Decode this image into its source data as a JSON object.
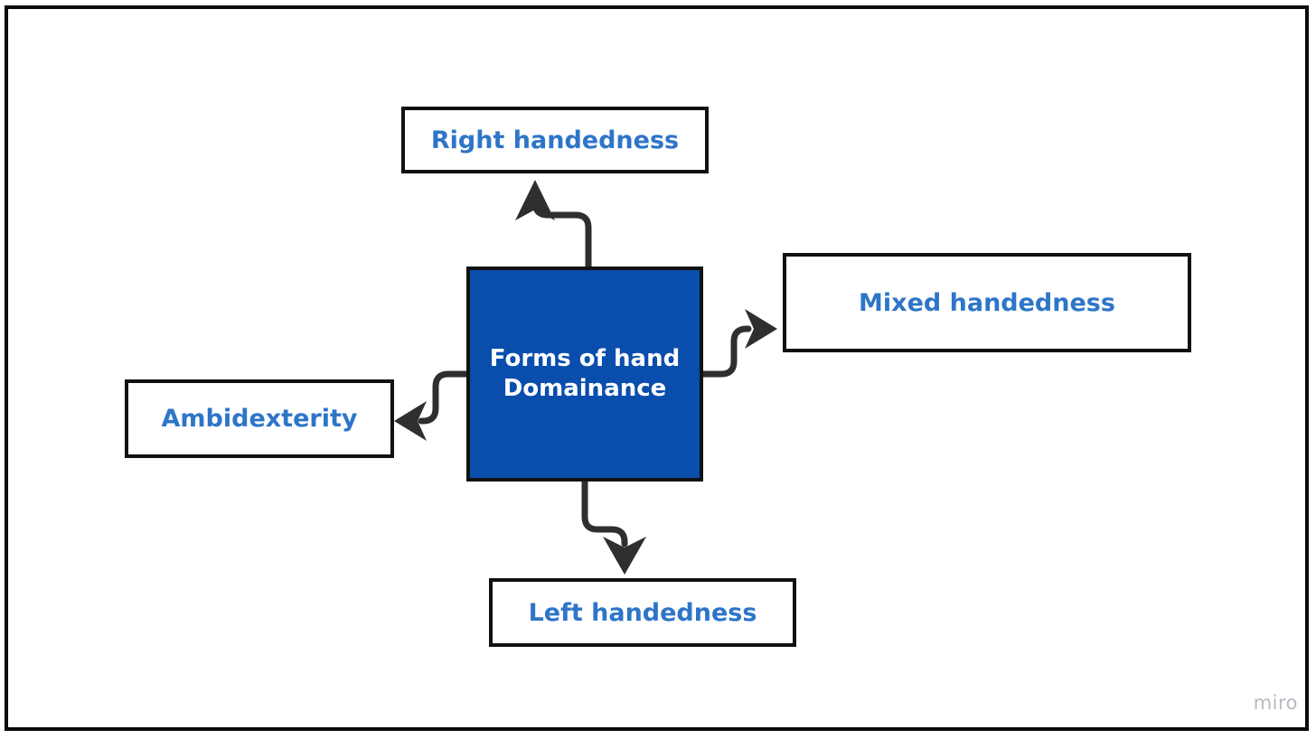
{
  "board": {
    "watermark": "miro",
    "frame_border_color": "#0a0a0a",
    "background_color": "#ffffff"
  },
  "diagram": {
    "type": "mind-map",
    "center": {
      "id": "forms-of-hand-dominance",
      "label_line1": "Forms of hand",
      "label_line2": "Domainance",
      "fill_color": "#0a4ead",
      "text_color": "#ffffff",
      "border_color": "#111111"
    },
    "branches": [
      {
        "id": "right-handedness",
        "label": "Right handedness",
        "direction": "up",
        "text_color": "#2e75c8",
        "fill_color": "#ffffff",
        "border_color": "#111111"
      },
      {
        "id": "mixed-handedness",
        "label": "Mixed handedness",
        "direction": "right",
        "text_color": "#2e75c8",
        "fill_color": "#ffffff",
        "border_color": "#111111"
      },
      {
        "id": "ambidexterity",
        "label": "Ambidexterity",
        "direction": "left",
        "text_color": "#2e75c8",
        "fill_color": "#ffffff",
        "border_color": "#111111"
      },
      {
        "id": "left-handedness",
        "label": "Left handedness",
        "direction": "down",
        "text_color": "#2e75c8",
        "fill_color": "#ffffff",
        "border_color": "#111111"
      }
    ],
    "connector_color": "#2f2f2f"
  }
}
